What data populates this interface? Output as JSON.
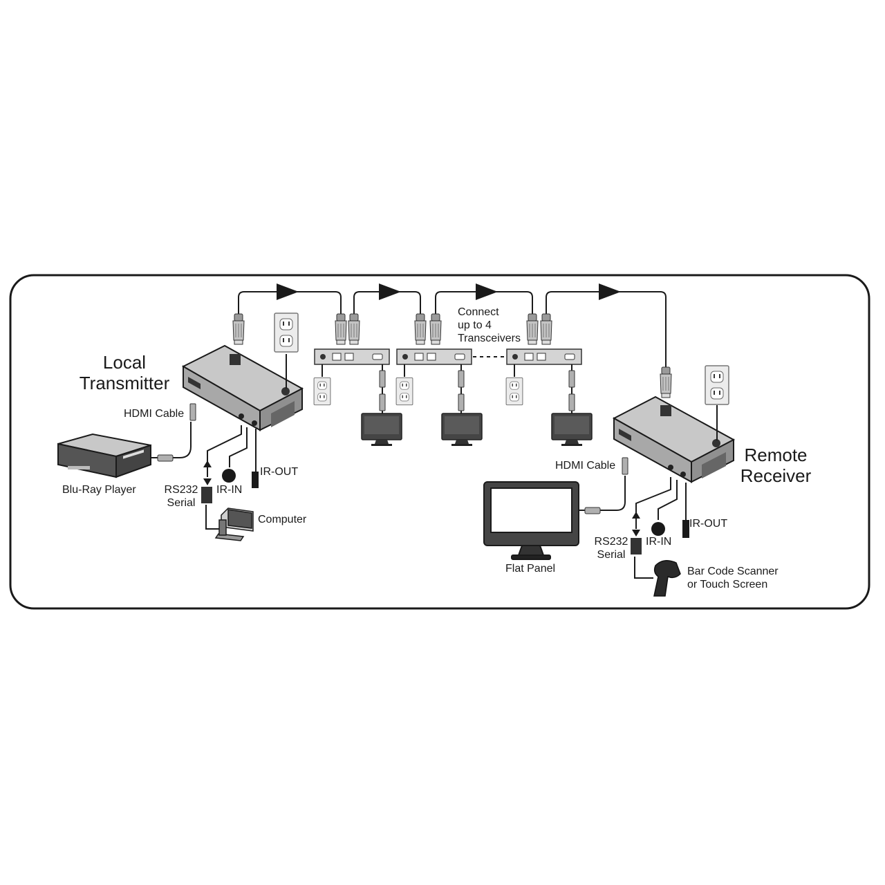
{
  "labels": {
    "local_transmitter": [
      "Local",
      "Transmitter"
    ],
    "remote_receiver": [
      "Remote",
      "Receiver"
    ],
    "connect_note": [
      "Connect",
      "up to 4",
      "Transceivers"
    ],
    "hdmi_cable_left": "HDMI Cable",
    "hdmi_cable_right": "HDMI Cable",
    "bluray_player": "Blu-Ray Player",
    "rs232_left": [
      "RS232",
      "Serial"
    ],
    "rs232_right": [
      "RS232",
      "Serial"
    ],
    "ir_in_left": "IR-IN",
    "ir_in_right": "IR-IN",
    "ir_out_left": "IR-OUT",
    "ir_out_right": "IR-OUT",
    "computer": "Computer",
    "flat_panel": "Flat Panel",
    "bar_code": [
      "Bar Code Scanner",
      "or Touch Screen"
    ]
  },
  "icons": [
    "transmitter-box-icon",
    "receiver-box-icon",
    "transceiver-icon",
    "wall-outlet-icon",
    "rj45-plug-icon",
    "monitor-icon",
    "bluray-player-icon",
    "computer-icon",
    "barcode-scanner-icon",
    "ir-sensor-icon",
    "ir-emitter-icon",
    "arrow-icon"
  ],
  "colors": {
    "line": "#1a1a1a",
    "box_fill": "#cfcfcf",
    "box_dark": "#8a8a8a",
    "screen": "#454545",
    "plug": "#b8b8b8"
  }
}
